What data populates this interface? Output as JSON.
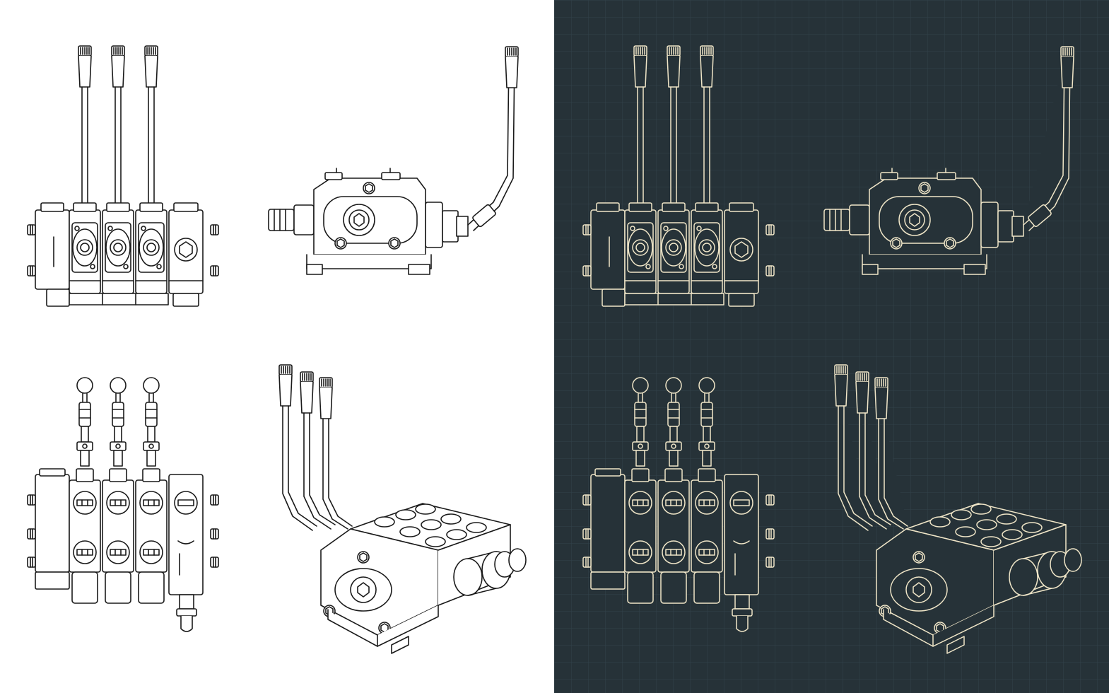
{
  "colors": {
    "light_background": "#ffffff",
    "light_stroke": "#1a1a1a",
    "dark_background": "#263238",
    "dark_grid": "#32424a",
    "dark_stroke": "#f0e6c8"
  },
  "panels": [
    {
      "id": "light",
      "theme": "line-art-on-white"
    },
    {
      "id": "dark",
      "theme": "blueprint-on-dark"
    }
  ],
  "views": [
    {
      "id": "front-view",
      "levers": 3
    },
    {
      "id": "side-view",
      "levers": 1
    },
    {
      "id": "rear-view",
      "levers": 3
    },
    {
      "id": "isometric-view",
      "levers": 3
    }
  ]
}
